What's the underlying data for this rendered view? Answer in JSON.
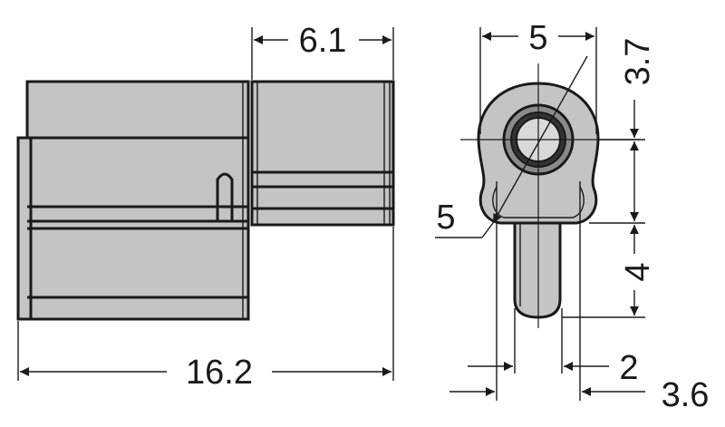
{
  "diagram": {
    "colors": {
      "body": "#c4c4c4",
      "outline": "#1a1a1a",
      "background": "#ffffff"
    },
    "dimensions": {
      "side_width": "6.1",
      "total_length": "16.2",
      "end_diameter": "5",
      "top_offset": "3.7",
      "radius": "5",
      "pin_length": "4",
      "pin_width": "2",
      "base_width": "3.6"
    }
  }
}
